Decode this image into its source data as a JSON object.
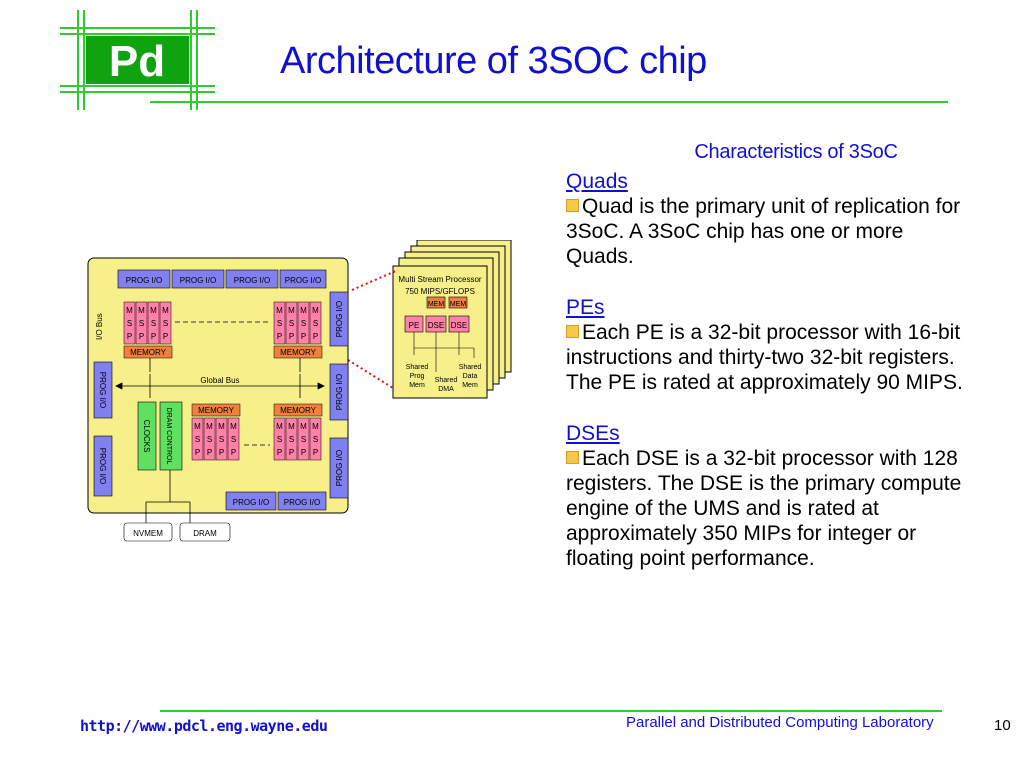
{
  "header": {
    "logo_text": "Pd",
    "title": "Architecture of 3SOC chip"
  },
  "characteristics": {
    "title": "Characteristics of 3SoC",
    "sections": [
      {
        "heading": "Quads",
        "body": "Quad is the primary unit of replication for 3SoC. A 3SoC chip has one or more Quads."
      },
      {
        "heading": "PEs",
        "body": "Each PE is a 32-bit processor with 16-bit instructions and thirty-two 32-bit registers. The PE is rated at approximately 90 MIPS."
      },
      {
        "heading": "DSEs",
        "body": "Each DSE is a 32-bit processor with 128 registers. The DSE is the primary compute engine of the UMS and is rated at approximately 350 MIPs for integer or floating point performance."
      }
    ]
  },
  "diagram": {
    "prog_io": "PROG I/O",
    "io_bus": "I/O Bus",
    "memory": "MEMORY",
    "global_bus": "Global Bus",
    "clocks": "CLOCKS",
    "dram_control": "DRAM CONTROL",
    "nvmem": "NVMEM",
    "dram": "DRAM",
    "msp_m": "M",
    "msp_s": "S",
    "msp_p": "P",
    "ums_title_1": "Multi Stream Processor",
    "ums_title_2": "750 MIPS/GFLOPS",
    "mem": "MEM",
    "pe": "PE",
    "dse": "DSE",
    "shared_prog_mem_1": "Shared",
    "shared_prog_mem_2": "Prog",
    "shared_prog_mem_3": "Mem",
    "shared_dma_1": "Shared",
    "shared_dma_2": "DMA",
    "shared_data_mem_1": "Shared",
    "shared_data_mem_2": "Data",
    "shared_data_mem_3": "Mem"
  },
  "footer": {
    "url": "http://www.pdcl.eng.wayne.edu",
    "lab": "Parallel and Distributed Computing Laboratory",
    "page": "10"
  },
  "colors": {
    "title_blue": "#1010d0",
    "accent_green": "#2ecc2e",
    "chip_yellow": "#f7ef8a",
    "prog_io_blue": "#8080f0",
    "msp_pink": "#ff80a8",
    "memory_orange": "#f08040",
    "clocks_green": "#60e060"
  }
}
